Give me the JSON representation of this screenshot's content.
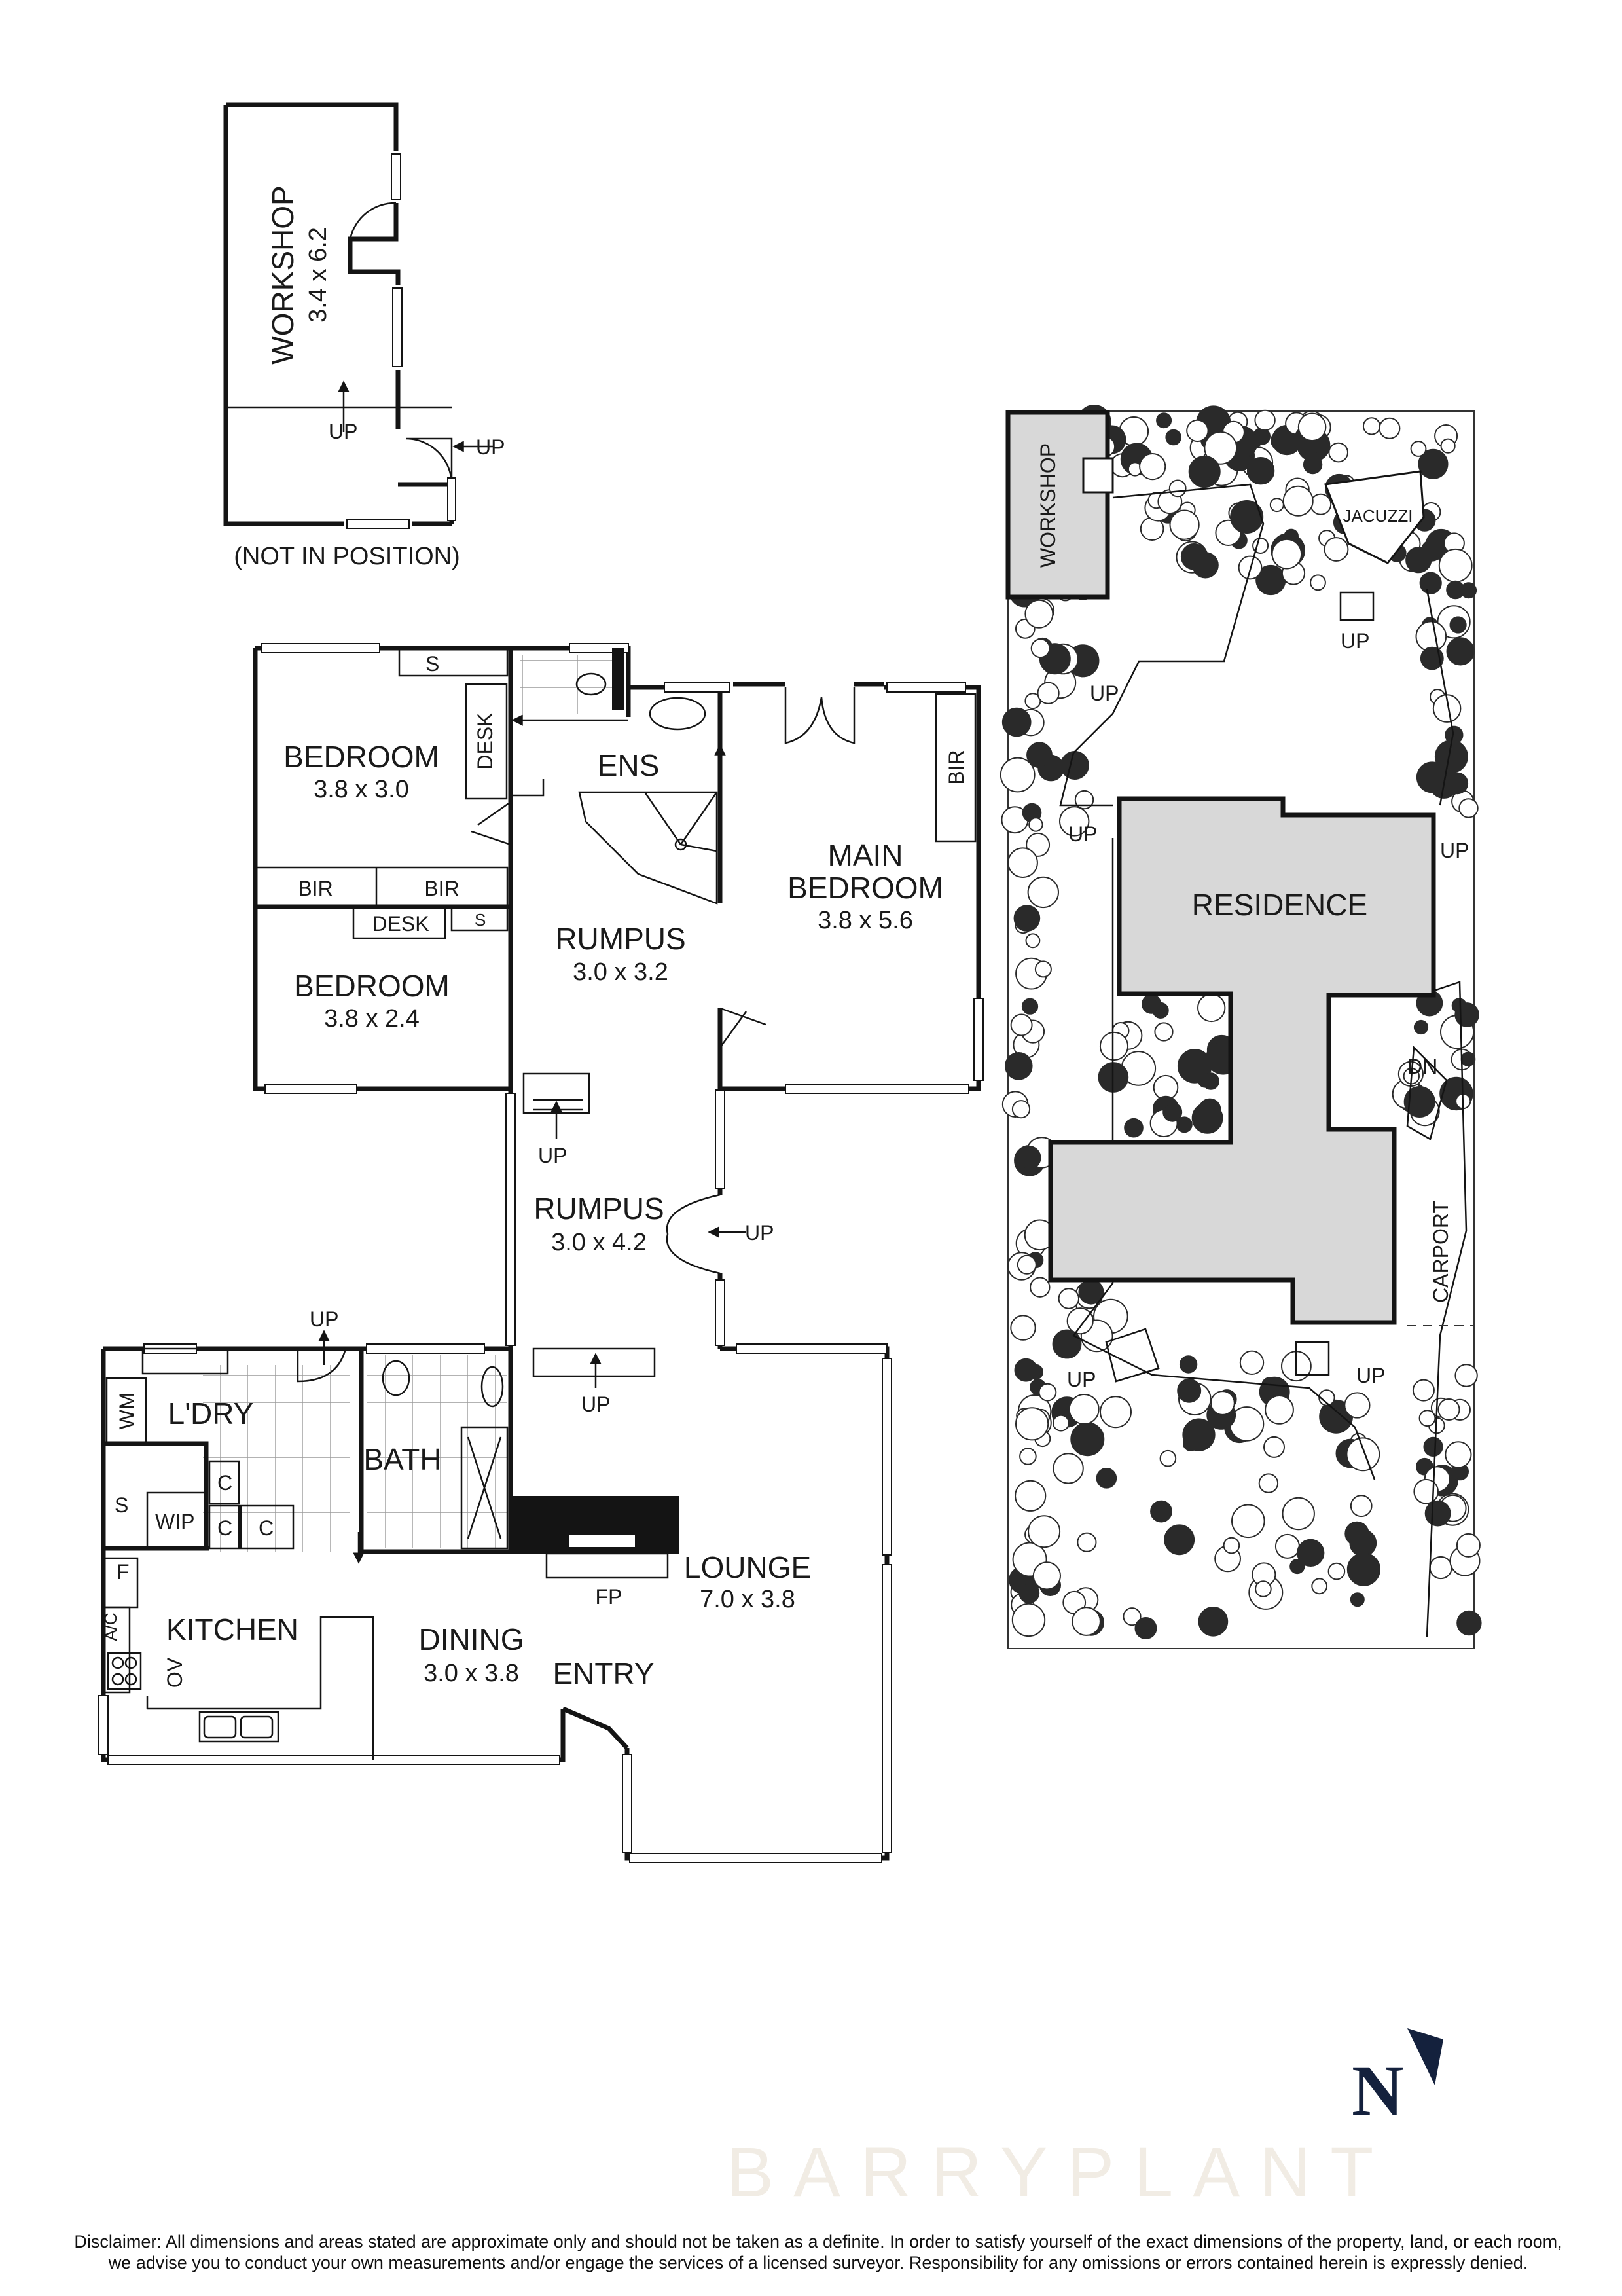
{
  "rooms": {
    "workshop_name": "WORKSHOP",
    "workshop_dim": "3.4 x 6.2",
    "workshop_note": "(NOT IN POSITION)",
    "bedroom1_name": "BEDROOM",
    "bedroom1_dim": "3.8 x 3.0",
    "bedroom2_name": "BEDROOM",
    "bedroom2_dim": "3.8 x 2.4",
    "bir": "BIR",
    "desk": "DESK",
    "s": "S",
    "ens": "ENS",
    "main_bedroom_l1": "MAIN",
    "main_bedroom_l2": "BEDROOM",
    "main_bedroom_dim": "3.8 x 5.6",
    "rumpus1_name": "RUMPUS",
    "rumpus1_dim": "3.0 x 3.2",
    "rumpus2_name": "RUMPUS",
    "rumpus2_dim": "3.0 x 4.2",
    "laundry": "L'DRY",
    "wm": "WM",
    "wip": "WIP",
    "c": "C",
    "bath": "BATH",
    "f": "F",
    "ac": "A/C",
    "ov": "OV",
    "kitchen": "KITCHEN",
    "dining_name": "DINING",
    "dining_dim": "3.0 x 3.8",
    "entry": "ENTRY",
    "lounge_name": "LOUNGE",
    "lounge_dim": "7.0 x 3.8",
    "fp": "FP",
    "up": "UP",
    "dn": "DN"
  },
  "site": {
    "workshop": "WORKSHOP",
    "jacuzzi": "JACUZZI",
    "residence": "RESIDENCE",
    "carport": "CARPORT"
  },
  "north": "N",
  "brand": "BARRYPLANT",
  "disclaimer": "Disclaimer: All dimensions and areas stated are approximate only and should not be taken as a definite. In order to satisfy yourself of the exact dimensions of the property, land, or each room, we advise you to conduct your own measurements and/or engage the services of a licensed surveyor. Responsibility for any omissions or errors contained herein is expressly denied.",
  "colors": {
    "wall": "#141414",
    "building": "#d8d8d8",
    "tree": "#2a2a2a",
    "brand": "#f1ece4",
    "north": "#14213d"
  }
}
